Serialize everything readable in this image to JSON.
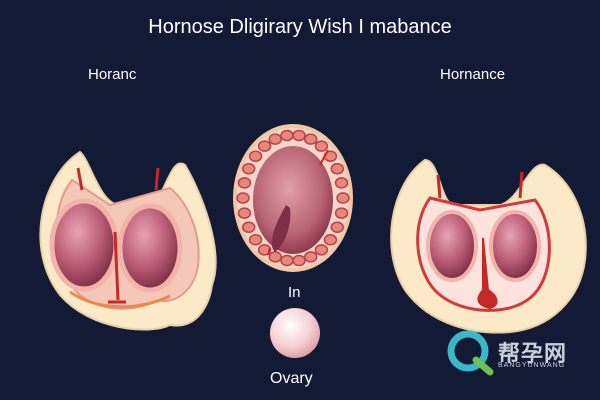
{
  "title": "Hornose Dligirary Wish I mabance",
  "labels": {
    "left": "Horanc",
    "right": "Hornance",
    "middle": "In",
    "bottom": "Ovary"
  },
  "watermark": {
    "text": "帮孕网",
    "subtext": "BANGYUNWANG"
  },
  "colors": {
    "background": "#121a36",
    "tissue_cream": "#fbe9c8",
    "uterus_pink": "#c2607a",
    "vessel_red": "#c62828",
    "follicle_ring": "#e8887a"
  }
}
